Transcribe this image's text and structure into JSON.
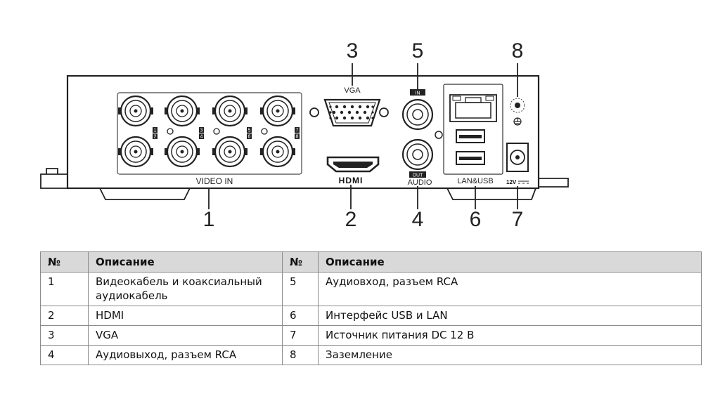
{
  "diagram": {
    "callouts": [
      "1",
      "2",
      "3",
      "4",
      "5",
      "6",
      "7",
      "8"
    ],
    "port_labels": {
      "video_in": "VIDEO IN",
      "vga": "VGA",
      "hdmi": "HDMI",
      "audio": "AUDIO",
      "audio_in_tag": "IN",
      "audio_out_tag": "OUT",
      "lan_usb": "LAN&USB",
      "power": "12V",
      "channel_numbers": [
        "1",
        "2",
        "3",
        "4",
        "5",
        "6",
        "7",
        "8"
      ]
    }
  },
  "table": {
    "headers": [
      "№",
      "Описание",
      "№",
      "Описание"
    ],
    "rows": [
      [
        "1",
        "Видеокабель и коаксиальный аудиокабель",
        "5",
        "Аудиовход, разъем RCA"
      ],
      [
        "2",
        "HDMI",
        "6",
        "Интерфейс USB и LAN"
      ],
      [
        "3",
        "VGA",
        "7",
        "Источник питания DC 12 В"
      ],
      [
        "4",
        "Аудиовыход, разъем RCA",
        "8",
        "Заземление"
      ]
    ]
  }
}
